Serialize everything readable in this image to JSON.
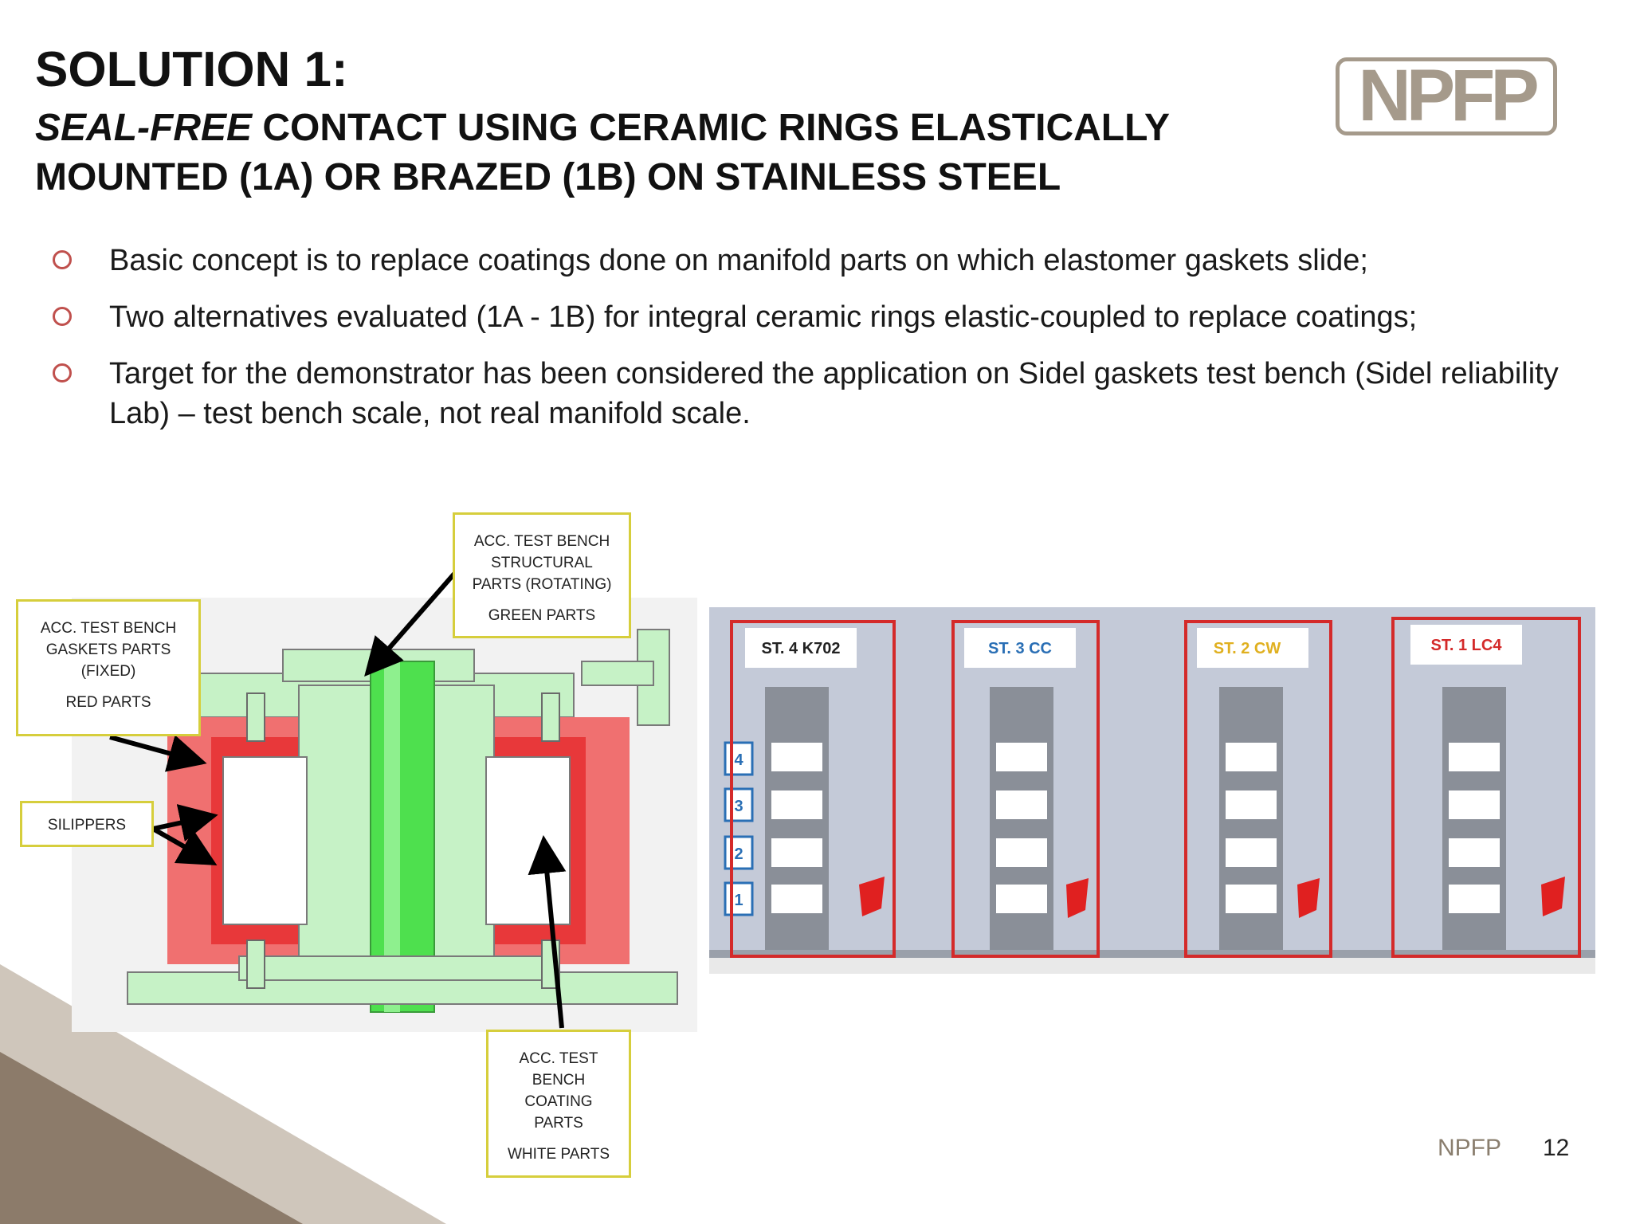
{
  "slide": {
    "title_line1": "SOLUTION 1:",
    "title_italic": "SEAL-FREE",
    "title_rest": " CONTACT USING CERAMIC RINGS ELASTICALLY MOUNTED (1A) OR BRAZED (1B) ON STAINLESS STEEL",
    "logo_text": "NPFP",
    "bullets": [
      "Basic concept is to replace coatings done on manifold parts on which elastomer gaskets slide;",
      "Two alternatives evaluated (1A - 1B) for integral ceramic rings elastic-coupled to replace coatings;",
      "Target for the demonstrator has been considered the application on Sidel gaskets test bench (Sidel reliability Lab) – test bench scale, not real manifold scale."
    ]
  },
  "callouts": {
    "structural": {
      "line1": "ACC. TEST BENCH",
      "line2": "STRUCTURAL",
      "line3": "PARTS (ROTATING)",
      "line4": "GREEN PARTS"
    },
    "gaskets": {
      "line1": "ACC. TEST BENCH",
      "line2": "GASKETS PARTS",
      "line3": "(FIXED)",
      "line4": "RED PARTS"
    },
    "silippers": {
      "line1": "SILIPPERS"
    },
    "coating": {
      "line1": "ACC. TEST",
      "line2": "BENCH",
      "line3": "COATING",
      "line4": "PARTS",
      "line5": "WHITE PARTS"
    }
  },
  "stations": [
    {
      "label": "ST. 4 K702",
      "color": "#222222"
    },
    {
      "label": "ST. 3 CC",
      "color": "#2a6fb5"
    },
    {
      "label": "ST. 2 CW",
      "color": "#e0b020"
    },
    {
      "label": "ST. 1 LC4",
      "color": "#d42a2a"
    }
  ],
  "level_numbers": [
    "4",
    "3",
    "2",
    "1"
  ],
  "footer": {
    "org": "NPFP",
    "page": "12"
  },
  "colors": {
    "accent_bullet": "#c0504d",
    "callout_border": "#d6ce3c",
    "logo": "#a59a8b",
    "red_parts": "#e8383a",
    "green_parts": "#4ee04e"
  }
}
